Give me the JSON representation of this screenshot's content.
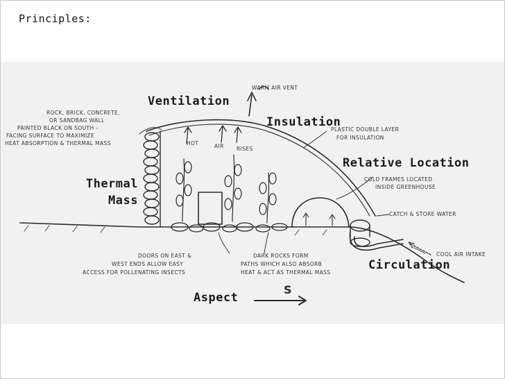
{
  "slide": {
    "title": "Principles:"
  },
  "labels": {
    "ventilation": "Ventilation",
    "insulation": "Insulation",
    "relative_location": "Relative Location",
    "thermal": "Thermal",
    "mass": "Mass",
    "circulation": "Circulation",
    "aspect": "Aspect"
  },
  "notes": {
    "warm_air_vent": "WARM AIR VENT",
    "rock_wall_1": "ROCK, BRICK, CONCRETE,",
    "rock_wall_2": "OR SANDBAG WALL",
    "rock_wall_3": "PAINTED BLACK ON SOUTH -",
    "rock_wall_4": "FACING SURFACE TO MAXIMIZE",
    "rock_wall_5": "HEAT ABSORPTION & THERMAL MASS",
    "hot": "HOT",
    "air": "AIR",
    "rises": "RISES",
    "plastic_1": "PLASTIC DOUBLE LAYER",
    "plastic_2": "FOR INSULATION",
    "cold_frames_1": "COLD FRAMES LOCATED",
    "cold_frames_2": "INSIDE GREENHOUSE",
    "catch_water": "CATCH & STORE WATER",
    "cool_air": "COOL AIR INTAKE",
    "doors_1": "DOORS ON EAST &",
    "doors_2": "WEST ENDS ALLOW EASY",
    "doors_3": "ACCESS FOR POLLENATING INSECTS",
    "rocks_1": "DARK ROCKS FORM",
    "rocks_2": "PATHS WHICH ALSO ABSORB",
    "rocks_3": "HEAT & ACT AS THERMAL MASS",
    "compass": "S"
  },
  "colors": {
    "ink": "#2a2a2a",
    "sketch_bg": "#f1f1f1"
  }
}
